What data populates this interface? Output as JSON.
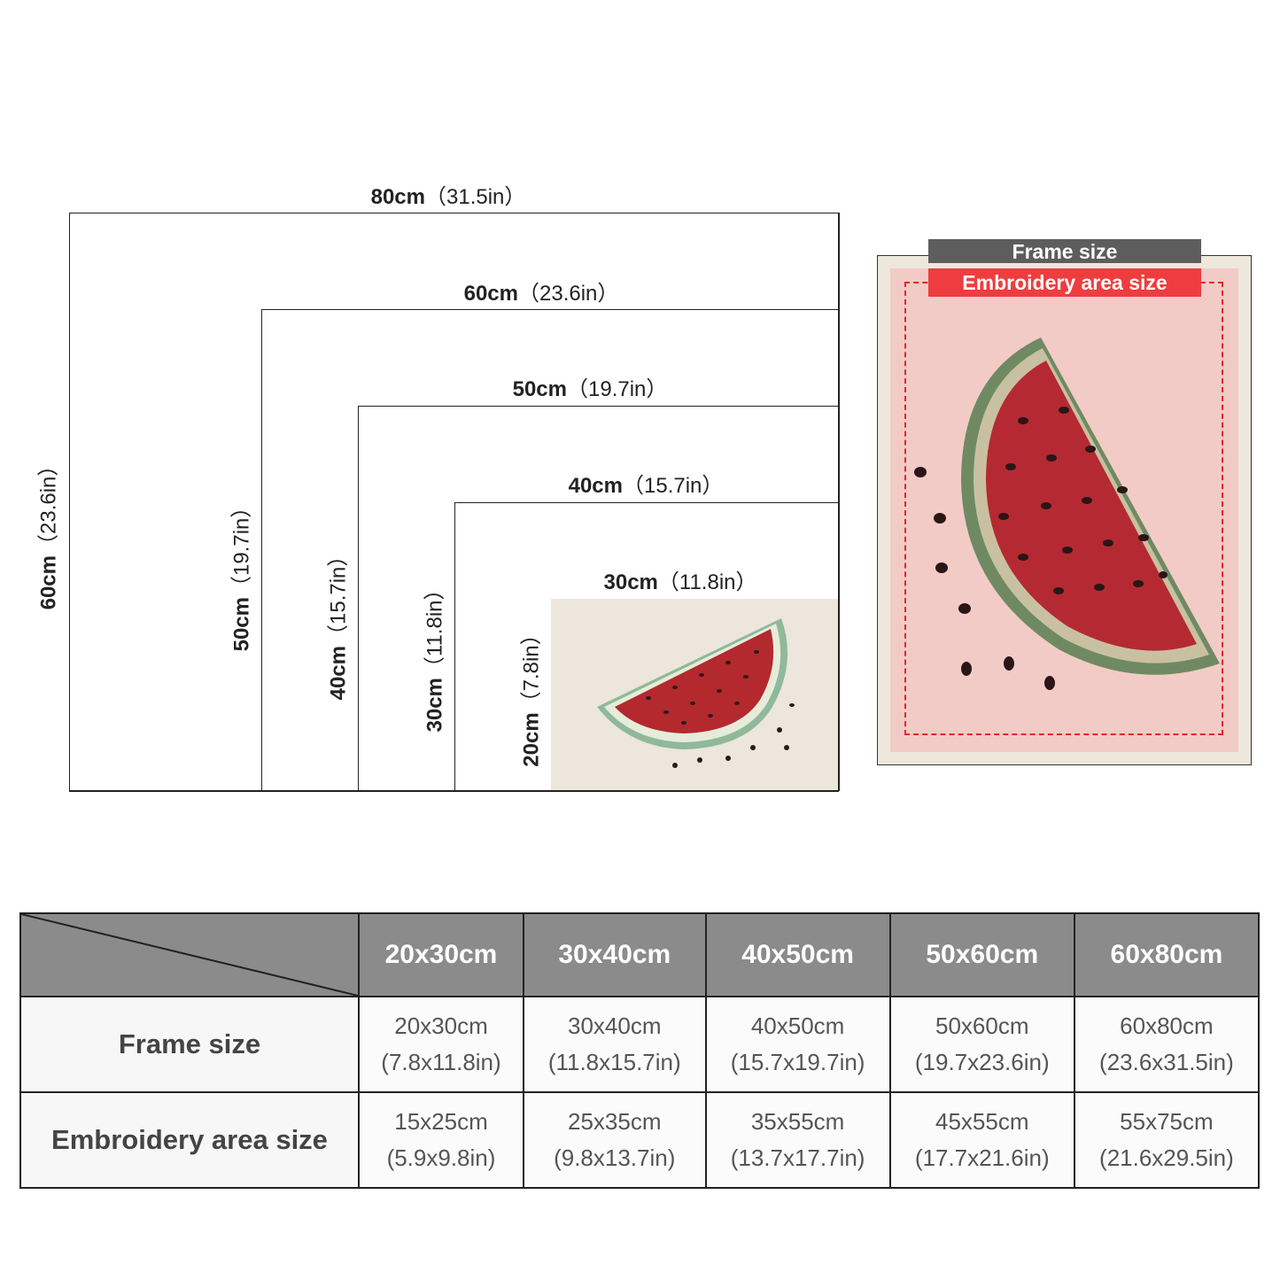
{
  "diagram": {
    "widths": [
      {
        "cm": "80cm",
        "in": "（31.5in）"
      },
      {
        "cm": "60cm",
        "in": "（23.6in）"
      },
      {
        "cm": "50cm",
        "in": "（19.7in）"
      },
      {
        "cm": "40cm",
        "in": "（15.7in）"
      },
      {
        "cm": "30cm",
        "in": "（11.8in）"
      }
    ],
    "heights": [
      {
        "cm": "60cm",
        "in": "（23.6in）"
      },
      {
        "cm": "50cm",
        "in": "（19.7in）"
      },
      {
        "cm": "40cm",
        "in": "（15.7in）"
      },
      {
        "cm": "30cm",
        "in": "（11.8in）"
      },
      {
        "cm": "20cm",
        "in": "（7.8in）"
      }
    ]
  },
  "preview": {
    "frame_tag": "Frame size",
    "embroidery_tag": "Embroidery area size",
    "colors": {
      "frame_tag": "#5d5d5d",
      "embroidery_tag": "#ef3d3f",
      "dashed_outline": "#e8242b"
    }
  },
  "table": {
    "columns": [
      "20x30cm",
      "30x40cm",
      "40x50cm",
      "50x60cm",
      "60x80cm"
    ],
    "rows": [
      {
        "label": "Frame size",
        "cells": [
          {
            "cm": "20x30cm",
            "in": "(7.8x11.8in)"
          },
          {
            "cm": "30x40cm",
            "in": "(11.8x15.7in)"
          },
          {
            "cm": "40x50cm",
            "in": "(15.7x19.7in)"
          },
          {
            "cm": "50x60cm",
            "in": "(19.7x23.6in)"
          },
          {
            "cm": "60x80cm",
            "in": "(23.6x31.5in)"
          }
        ]
      },
      {
        "label": "Embroidery area size",
        "cells": [
          {
            "cm": "15x25cm",
            "in": "(5.9x9.8in)"
          },
          {
            "cm": "25x35cm",
            "in": "(9.8x13.7in)"
          },
          {
            "cm": "35x55cm",
            "in": "(13.7x17.7in)"
          },
          {
            "cm": "45x55cm",
            "in": "(17.7x21.6in)"
          },
          {
            "cm": "55x75cm",
            "in": "(21.6x29.5in)"
          }
        ]
      }
    ]
  }
}
